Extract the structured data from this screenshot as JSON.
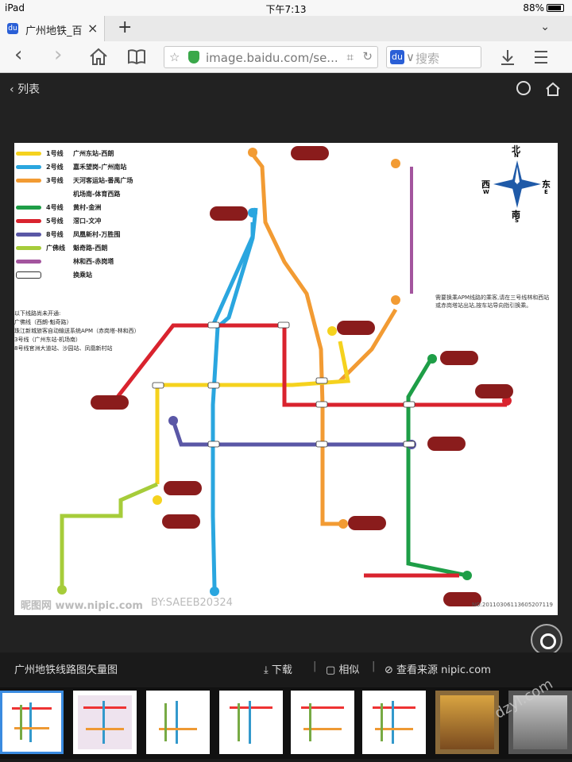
{
  "status_bar": {
    "device": "iPad",
    "time": "下午7:13",
    "battery": "88%"
  },
  "tab": {
    "title": "广州地铁_百",
    "close": "×",
    "add": "+",
    "menu": "⌄"
  },
  "toolbar": {
    "back": "‹",
    "forward": "›",
    "url": "image.baidu.com/se...",
    "search_placeholder": "搜索",
    "search_prefix": "∨"
  },
  "viewer": {
    "back_label": "列表"
  },
  "map": {
    "legend": [
      {
        "name": "1号线",
        "route": "广州东站-西朗",
        "color": "#f5d21e"
      },
      {
        "name": "2号线",
        "route": "嘉禾望岗-广州南站",
        "color": "#2aa6df"
      },
      {
        "name": "3号线",
        "route": "天河客运站-番禺广场",
        "color": "#f29b33"
      },
      {
        "name": "",
        "route": "机场南-体育西路",
        "color": "#f29b33"
      },
      {
        "name": "4号线",
        "route": "黄村-金洲",
        "color": "#1e9e47"
      },
      {
        "name": "5号线",
        "route": "滘口-文冲",
        "color": "#d9232e"
      },
      {
        "name": "8号线",
        "route": "凤凰新村-万胜围",
        "color": "#5a57a6"
      },
      {
        "name": "广佛线",
        "route": "魁奇路-西朗",
        "color": "#a6cc3a"
      },
      {
        "name": "",
        "route": "林和西-赤岗塔",
        "color": "#a3559e"
      },
      {
        "name": "",
        "route": "换乘站",
        "color": ""
      }
    ],
    "notes": [
      "以下线路尚未开通:",
      "广佛线（西朗-魁奇路）",
      "珠江新城旅客自动输送系统APM（赤岗塔-林和西）",
      "3号线（广州东站-机场南）",
      "8号线官洲大道站、沙园站、凤凰新村站"
    ],
    "compass": {
      "north": "北",
      "north_letter": "N",
      "west": "西",
      "west_letter": "W",
      "east": "东",
      "east_letter": "E",
      "south": "南",
      "south_letter": "S"
    },
    "apm_note": "需要换乘APM线路的乘客,请在三号线林和西站或赤岗塔站出站,按车站导向指引换乘。",
    "watermark": "昵图网 www.nipic.com",
    "watermark2": "BY:SAEEB20324",
    "image_id": "NO:20110306113605207119"
  },
  "bottom": {
    "caption": "广州地铁线路图矢量图",
    "download": "下载",
    "similar": "相似",
    "source": "查看来源 nipic.com"
  },
  "corner_watermark": "dzyl.com"
}
